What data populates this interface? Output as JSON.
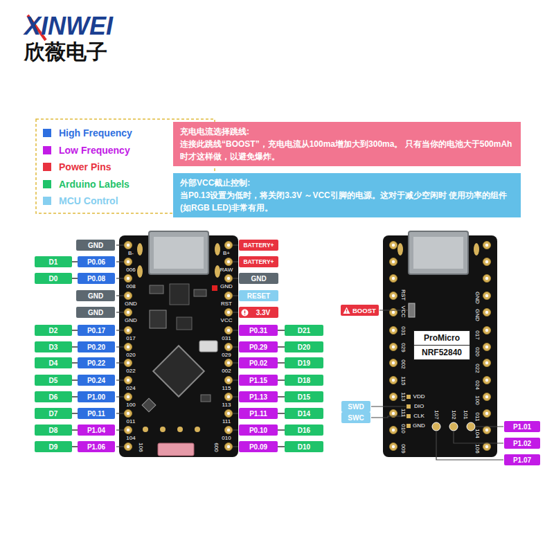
{
  "diagram": {
    "nodes": [
      {
        "text": [
          "充电电流选择跳线:",
          "连接此跳线“BOOST”，充电电流从100ma增加大到300ma。 只有当你的电池大于500mAh时才这样做，以避免爆炸。"
        ]
      },
      {
        "text": [
          "外部VCC截止控制:",
          "当P0.13设置为低时，将关闭3.3V ～VCC引脚的电源。这对于减少空闲时 使用功率的组件(如RGB LED)非常有用。"
        ]
      },
      {
        "text": [
          "GND"
        ]
      },
      {
        "text": [
          "D1"
        ]
      },
      {
        "text": [
          "P0.06"
        ]
      },
      {
        "text": [
          "D0"
        ]
      },
      {
        "text": [
          "P0.08"
        ]
      },
      {
        "text": [
          "GND"
        ]
      },
      {
        "text": [
          "GND"
        ]
      },
      {
        "text": [
          "D2"
        ]
      },
      {
        "text": [
          "P0.17"
        ]
      },
      {
        "text": [
          "D3"
        ]
      },
      {
        "text": [
          "P0.20"
        ]
      },
      {
        "text": [
          "D4"
        ]
      },
      {
        "text": [
          "P0.22"
        ]
      },
      {
        "text": [
          "D5"
        ]
      },
      {
        "text": [
          "P0.24"
        ]
      },
      {
        "text": [
          "D6"
        ]
      },
      {
        "text": [
          "P1.00"
        ]
      },
      {
        "text": [
          "D7"
        ]
      },
      {
        "text": [
          "P0.11"
        ]
      },
      {
        "text": [
          "D8"
        ]
      },
      {
        "text": [
          "P1.04"
        ]
      },
      {
        "text": [
          "D9"
        ]
      },
      {
        "text": [
          "P1.06"
        ]
      },
      {
        "text": [
          "BATTERY+"
        ]
      },
      {
        "text": [
          "BATTERY+"
        ]
      },
      {
        "text": [
          "GND"
        ]
      },
      {
        "text": [
          "RESET"
        ]
      },
      {
        "text": [
          "3.3V"
        ]
      },
      {
        "text": [
          "P0.31"
        ]
      },
      {
        "text": [
          "D21"
        ]
      },
      {
        "text": [
          "P0.29"
        ]
      },
      {
        "text": [
          "D20"
        ]
      },
      {
        "text": [
          "P0.02"
        ]
      },
      {
        "text": [
          "D19"
        ]
      },
      {
        "text": [
          "P1.15"
        ]
      },
      {
        "text": [
          "D18"
        ]
      },
      {
        "text": [
          "P1.13"
        ]
      },
      {
        "text": [
          "D15"
        ]
      },
      {
        "text": [
          "P1.11"
        ]
      },
      {
        "text": [
          "D14"
        ]
      },
      {
        "text": [
          "P0.10"
        ]
      },
      {
        "text": [
          "D16"
        ]
      },
      {
        "text": [
          "P0.09"
        ]
      },
      {
        "text": [
          "D10"
        ]
      },
      {
        "text": [
          "BOOST"
        ]
      },
      {
        "text": [
          "ProMicro",
          "NRF52840"
        ]
      },
      {
        "text": [
          "SWD"
        ]
      },
      {
        "text": [
          "SWC"
        ]
      },
      {
        "text": [
          "P1.01"
        ]
      },
      {
        "text": [
          "P1.02"
        ]
      },
      {
        "text": [
          "P1.07"
        ]
      }
    ],
    "edges": [
      {
        "from": 3,
        "to": 4,
        "arrow": "none"
      },
      {
        "from": 5,
        "to": 6,
        "arrow": "none"
      },
      {
        "from": 9,
        "to": 10,
        "arrow": "none"
      },
      {
        "from": 11,
        "to": 12,
        "arrow": "none"
      },
      {
        "from": 13,
        "to": 14,
        "arrow": "none"
      },
      {
        "from": 15,
        "to": 16,
        "arrow": "none"
      },
      {
        "from": 17,
        "to": 18,
        "arrow": "none"
      },
      {
        "from": 19,
        "to": 20,
        "arrow": "none"
      },
      {
        "from": 21,
        "to": 22,
        "arrow": "none"
      },
      {
        "from": 23,
        "to": 24,
        "arrow": "none"
      },
      {
        "from": 30,
        "to": 31,
        "arrow": "none"
      },
      {
        "from": 32,
        "to": 33,
        "arrow": "none"
      },
      {
        "from": 34,
        "to": 35,
        "arrow": "none"
      },
      {
        "from": 36,
        "to": 37,
        "arrow": "none"
      },
      {
        "from": 38,
        "to": 39,
        "arrow": "none"
      },
      {
        "from": 40,
        "to": 41,
        "arrow": "none"
      },
      {
        "from": 42,
        "to": 43,
        "arrow": "none"
      },
      {
        "from": 44,
        "to": 45,
        "arrow": "none"
      }
    ],
    "labels": [
      "XINWEI",
      "欣薇电子",
      "B-",
      "006",
      "008",
      "GND",
      "GND",
      "017",
      "020",
      "022",
      "024",
      "100",
      "011",
      "104",
      "106",
      "B+",
      "RAW",
      "GND",
      "RST",
      "VCC",
      "031",
      "029",
      "002",
      "115",
      "113",
      "111",
      "010",
      "009",
      "RST",
      "VCC",
      "031",
      "029",
      "002",
      "115",
      "113",
      "111",
      "010",
      "009",
      "GND",
      "GND",
      "017",
      "020",
      "022",
      "024",
      "100",
      "011",
      "104",
      "106",
      "VDD",
      "DIO",
      "CLK",
      "GND",
      "107",
      "102",
      "101"
    ],
    "legend": [
      {
        "text": "High Frequency",
        "color": "#2e6fe0"
      },
      {
        "text": "Low Frequency",
        "color": "#c21be6"
      },
      {
        "text": "Power Pins",
        "color": "#e8323f"
      },
      {
        "text": "Arduino Labels",
        "color": "#1fc36a"
      },
      {
        "text": "MCU Control",
        "color": "#86cff0"
      }
    ]
  }
}
